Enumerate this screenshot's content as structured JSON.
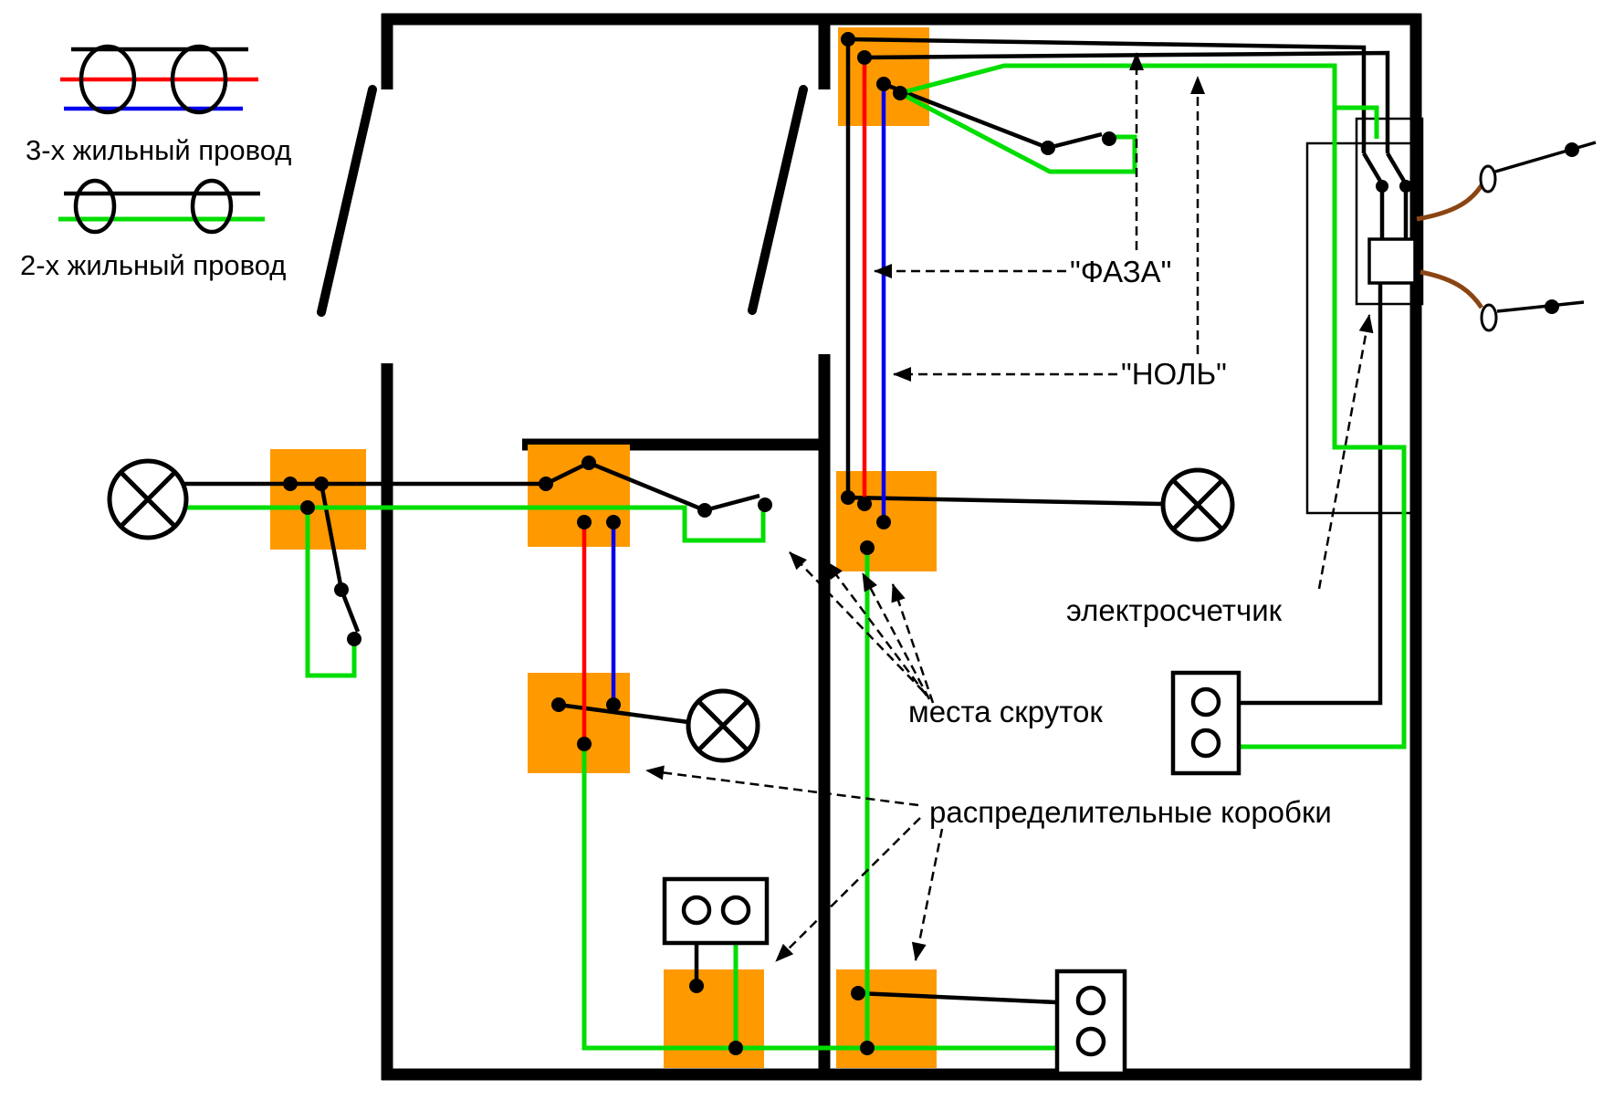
{
  "diagram": {
    "legend": {
      "three_core_label": "3-х жильный провод",
      "two_core_label": "2-х жильный провод"
    },
    "labels": {
      "phase": "\"ФАЗА\"",
      "neutral": "\"НОЛЬ\"",
      "meter": "электросчетчик",
      "twist_points": "места скруток",
      "distribution_boxes": "распределительные коробки"
    },
    "colors": {
      "orange": "#FF9900",
      "green": "#00DD00",
      "red": "#FF0000",
      "blue": "#0000EE",
      "brown": "#8B4513",
      "black": "#000000",
      "background": "#FFFFFF"
    }
  }
}
